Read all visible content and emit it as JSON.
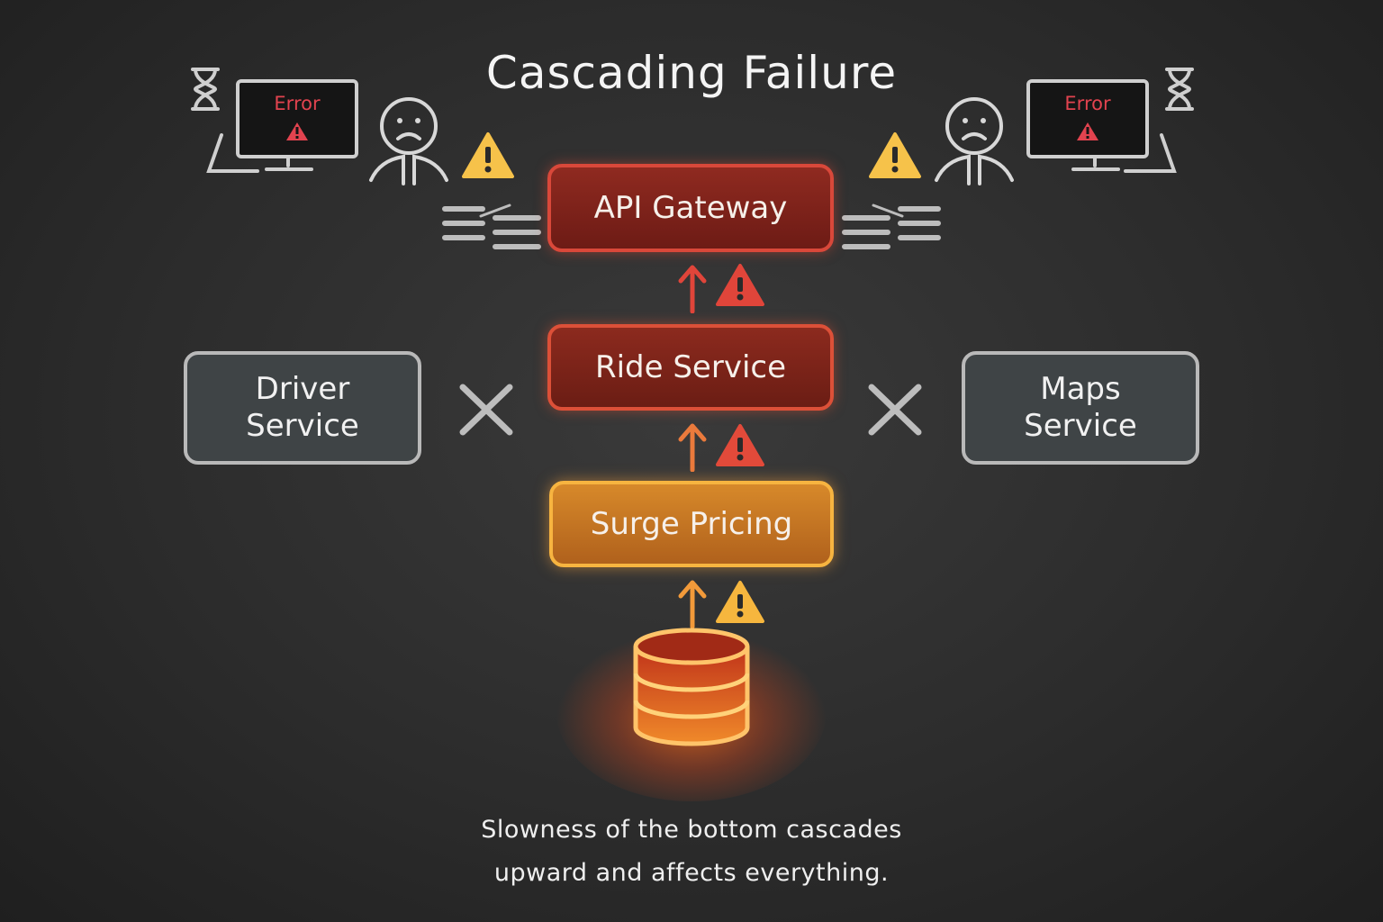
{
  "title": "Cascading Failure",
  "nodes": {
    "api_gateway": "API Gateway",
    "ride_service": "Ride Service",
    "surge_pricing": "Surge Pricing",
    "driver_service": {
      "line1": "Driver",
      "line2": "Service"
    },
    "maps_service": {
      "line1": "Maps",
      "line2": "Service"
    }
  },
  "screens": {
    "left_text": "Error",
    "right_text": "Error"
  },
  "caption": {
    "line1": "Slowness of the bottom cascades",
    "line2": "upward and affects everything."
  },
  "icons": [
    "hourglass-icon",
    "monitor-icon",
    "warning-icon",
    "sad-user-icon",
    "database-icon",
    "x-mark-icon",
    "up-arrow-icon",
    "request-lines-icon"
  ],
  "colors": {
    "background": "#2c2c2c",
    "failure_red": "#d9483a",
    "warning_orange": "#f7b440",
    "warning_yellow": "#f6c24a",
    "neutral_gray": "#b9b9b9"
  }
}
